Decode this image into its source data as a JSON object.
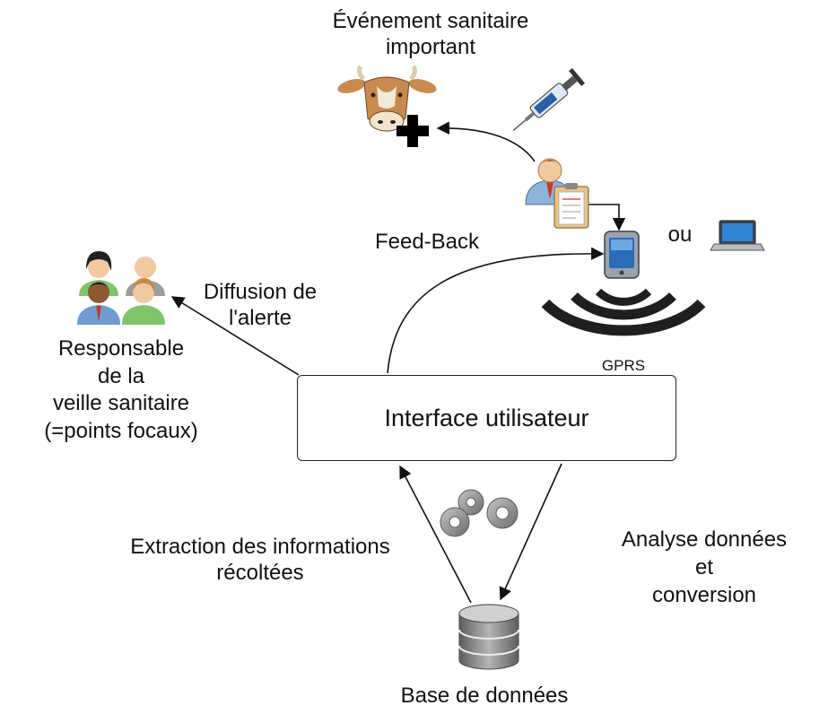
{
  "event": {
    "line1": "Événement sanitaire",
    "line2": "important"
  },
  "device": {
    "ou_label": "ou",
    "gprs_label": "GPRS"
  },
  "feedback_label": "Feed-Back",
  "diffusion": {
    "line1": "Diffusion de",
    "line2": "l'alerte"
  },
  "responsable": {
    "line1": "Responsable",
    "line2": "de la",
    "line3": "veille sanitaire",
    "line4": "(=points focaux)"
  },
  "interface_label": "Interface utilisateur",
  "extraction": {
    "line1": "Extraction des informations",
    "line2": "récoltées"
  },
  "analyse": {
    "line1": "Analyse données",
    "line2": "et",
    "line3": "conversion"
  },
  "database_label": "Base de données",
  "colors": {
    "arrow": "#111111",
    "wave": "#1f1f1f",
    "gear": "#8a8a8a",
    "cow": "#c98a4f",
    "syringe": "#2a5ea8",
    "db": "#7d7d7d"
  },
  "icons": [
    "cow-icon",
    "cross-icon",
    "syringe-icon",
    "person-clipboard-icon",
    "smartphone-icon",
    "laptop-icon",
    "wifi-wave-icon",
    "people-group-icon",
    "gears-icon",
    "database-icon"
  ]
}
